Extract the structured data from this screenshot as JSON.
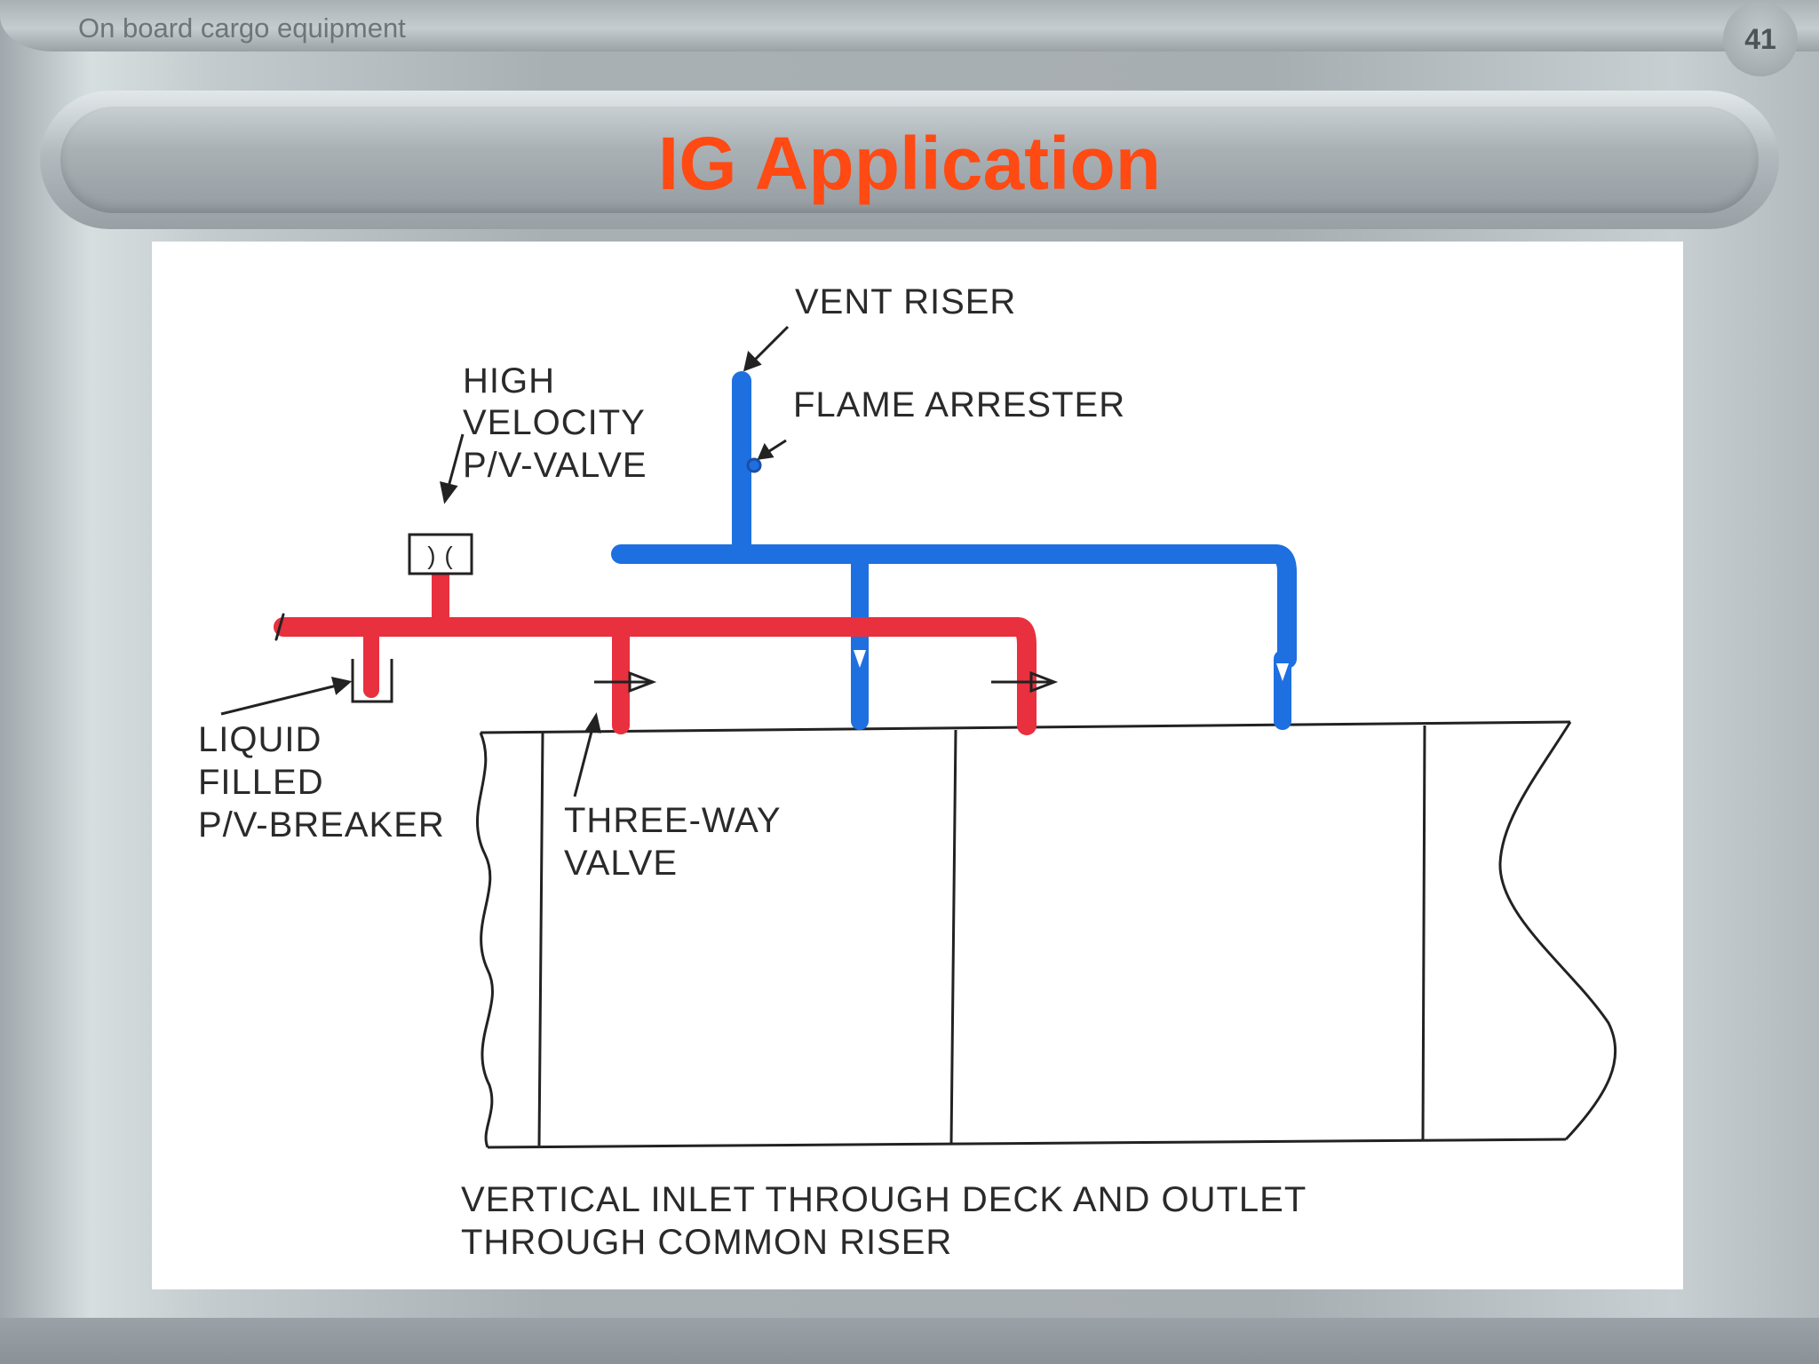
{
  "header": {
    "deck_label": "On board cargo equipment",
    "page_number": "41"
  },
  "slide": {
    "title": "IG Application"
  },
  "diagram": {
    "labels": {
      "vent_riser": "VENT RISER",
      "flame_arrester": "FLAME ARRESTER",
      "high_velocity_line1": "HIGH",
      "high_velocity_line2": "VELOCITY",
      "high_velocity_line3": "P/V-VALVE",
      "liquid_filled_line1": "LIQUID",
      "liquid_filled_line2": "FILLED",
      "liquid_filled_line3": "P/V-BREAKER",
      "three_way_line1": "THREE-WAY",
      "three_way_line2": "VALVE",
      "caption_line1": "VERTICAL INLET THROUGH DECK AND OUTLET",
      "caption_line2": "THROUGH COMMON RISER"
    },
    "colors": {
      "inlet_pipe": "#e8303e",
      "outlet_pipe": "#1e6fe0"
    }
  }
}
